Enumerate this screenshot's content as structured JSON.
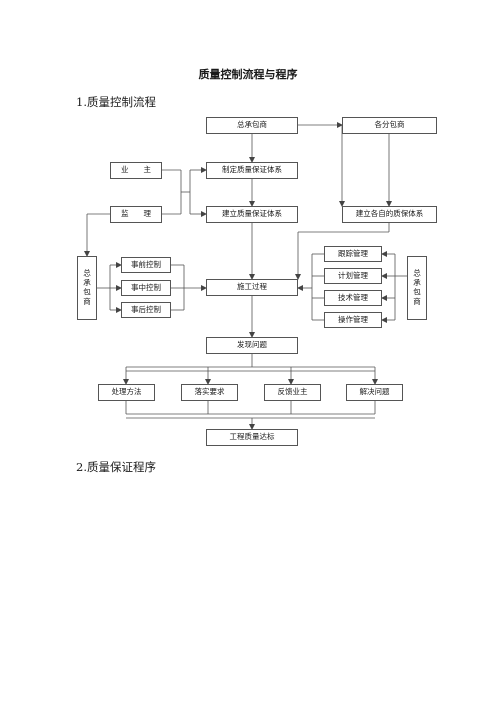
{
  "document": {
    "title": "质量控制流程与程序",
    "section1": "1.质量控制流程",
    "section2": "2.质量保证程序"
  },
  "flowchart": {
    "general_contractor": "总承包商",
    "subcontractors": "各分包商",
    "owner": "业　　主",
    "supervisor": "监　　理",
    "formulate_system": "制定质量保证体系",
    "establish_system": "建立质量保证体系",
    "establish_own_system": "建立各自的质保体系",
    "left_contractor": "总承包商",
    "right_contractor": "总承包商",
    "pre_control": "事前控制",
    "mid_control": "事中控制",
    "post_control": "事后控制",
    "construction_process": "施工过程",
    "tracking_mgmt": "跟踪管理",
    "planning_mgmt": "计划管理",
    "technical_mgmt": "技术管理",
    "operation_mgmt": "操作管理",
    "find_problems": "发现问题",
    "handling_method": "处理方法",
    "implement_requirements": "落实要求",
    "feedback_owner": "反馈业主",
    "solve_problems": "解决问题",
    "quality_standard": "工程质量达标"
  }
}
